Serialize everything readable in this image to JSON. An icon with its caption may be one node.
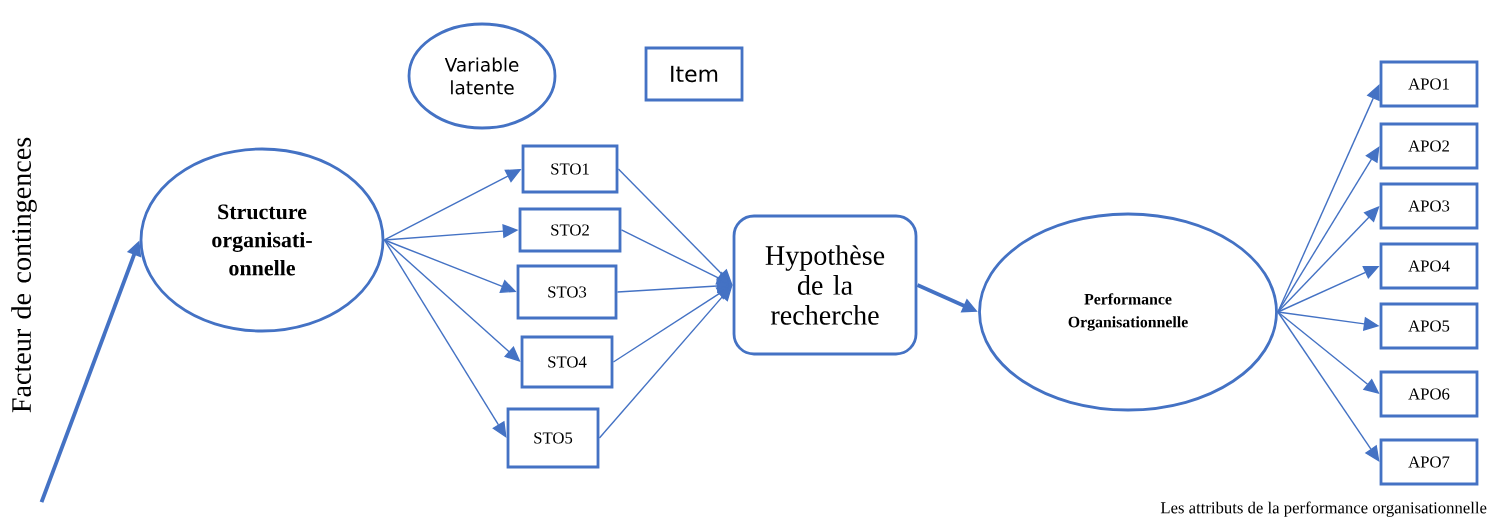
{
  "diagram": {
    "nodes": [
      {
        "text": [
          "Variable latente"
        ]
      },
      {
        "text": [
          "Item"
        ]
      },
      {
        "text": [
          "Facteur de contingences"
        ]
      },
      {
        "text": [
          "Structure organisati-onnelle"
        ]
      },
      {
        "text": [
          "STO1"
        ]
      },
      {
        "text": [
          "STO2"
        ]
      },
      {
        "text": [
          "STO3"
        ]
      },
      {
        "text": [
          "STO4"
        ]
      },
      {
        "text": [
          "STO5"
        ]
      },
      {
        "text": [
          "Hypothèse de la recherche"
        ]
      },
      {
        "text": [
          "Performance Organisationnelle"
        ]
      },
      {
        "text": [
          "APO1"
        ]
      },
      {
        "text": [
          "APO2"
        ]
      },
      {
        "text": [
          "APO3"
        ]
      },
      {
        "text": [
          "APO4"
        ]
      },
      {
        "text": [
          "APO5"
        ]
      },
      {
        "text": [
          "APO6"
        ]
      },
      {
        "text": [
          "APO7"
        ]
      }
    ],
    "edges": [
      {
        "from": 2,
        "to": 3,
        "arrow": "to",
        "style": "thick"
      },
      {
        "from": 3,
        "to": 4,
        "arrow": "to"
      },
      {
        "from": 3,
        "to": 5,
        "arrow": "to"
      },
      {
        "from": 3,
        "to": 6,
        "arrow": "to"
      },
      {
        "from": 3,
        "to": 7,
        "arrow": "to"
      },
      {
        "from": 3,
        "to": 8,
        "arrow": "to"
      },
      {
        "from": 4,
        "to": 9,
        "arrow": "to"
      },
      {
        "from": 5,
        "to": 9,
        "arrow": "to"
      },
      {
        "from": 6,
        "to": 9,
        "arrow": "to"
      },
      {
        "from": 7,
        "to": 9,
        "arrow": "to"
      },
      {
        "from": 8,
        "to": 9,
        "arrow": "to"
      },
      {
        "from": 9,
        "to": 10,
        "arrow": "to",
        "style": "thick"
      },
      {
        "from": 10,
        "to": 11,
        "arrow": "to"
      },
      {
        "from": 10,
        "to": 12,
        "arrow": "to"
      },
      {
        "from": 10,
        "to": 13,
        "arrow": "to"
      },
      {
        "from": 10,
        "to": 14,
        "arrow": "to"
      },
      {
        "from": 10,
        "to": 15,
        "arrow": "to"
      },
      {
        "from": 10,
        "to": 16,
        "arrow": "to"
      },
      {
        "from": 10,
        "to": 17,
        "arrow": "to"
      }
    ],
    "labels": [
      "Les attributs de la performance organisationnelle"
    ]
  }
}
